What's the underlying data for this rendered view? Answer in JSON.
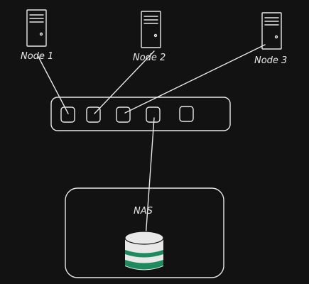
{
  "colors": {
    "background": "#121212",
    "stroke": "#e8e8e8",
    "storage_accent": "#1f8a5e"
  },
  "nodes": [
    {
      "label": "Node 1"
    },
    {
      "label": "Node 2"
    },
    {
      "label": "Node 3"
    }
  ],
  "switch": {
    "port_count": 5
  },
  "nas": {
    "label": "NAS",
    "icon": "database-icon"
  }
}
